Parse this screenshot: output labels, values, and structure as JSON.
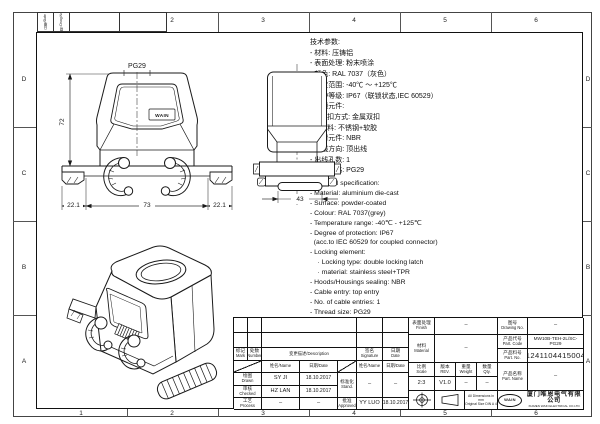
{
  "frame": {
    "zones_h": [
      "1",
      "2",
      "3",
      "4",
      "5",
      "6"
    ],
    "zones_v": [
      "D",
      "C",
      "B",
      "A"
    ],
    "corner_cells": [
      "日期/Date",
      "图号 Drwg.No."
    ]
  },
  "specs_cn": {
    "title": "技术参数:",
    "lines": [
      "- 材料: 压铸铝",
      "- 表面处理: 粉末喷涂",
      "- 颜色: RAL 7037（灰色）",
      "- 温度范围: -40℃ ～ +125℃",
      "- 防护等级: IP67（联锁状态,IEC 60529）",
      "- 联锁元件:",
      "   · 锁扣方式: 金属双扣",
      "   · 材料: 不锈钢+软胶",
      "- 密封元件: NBR",
      "- 出线方向: 顶出线",
      "- 出线孔数: 1",
      "- 螺纹规格: PG29"
    ]
  },
  "specs_en": {
    "title": "Technical specification:",
    "lines": [
      "- Material: aluminium die-cast",
      "- Surface: powder-coated",
      "- Colour: RAL 7037(grey)",
      "- Temperature range: -40℃ - +125℃",
      "- Degree of protection: IP67",
      "  (acc.to IEC 60529 for coupled connector)",
      "- Locking element:",
      "    · Locking type: double locking latch",
      "    · material: stainless steel+TPR",
      "- Hoods/Housings sealing: NBR",
      "- Cable entry: top entry",
      "- No. of cable entries: 1",
      "- Thread size: PG29"
    ]
  },
  "views": {
    "front": {
      "thread_label": "PG29",
      "height_dim": "72",
      "bottom_dims": [
        "22.1",
        "73",
        "22.1"
      ],
      "logo": "WAIN"
    },
    "side": {
      "width_dim": "43"
    },
    "iso": {
      "logo": "WAIN"
    }
  },
  "title_block": {
    "revision_header": {
      "mark": {
        "cn": "标记",
        "en": "Mark"
      },
      "number": {
        "cn": "处数",
        "en": "Number"
      },
      "description": "变更描述/Description",
      "signature": {
        "cn": "签名",
        "en": "Signature"
      },
      "date": {
        "cn": "日期",
        "en": "Date"
      }
    },
    "subheader": {
      "name": "姓名/Name",
      "date": "日期/Date"
    },
    "rows": {
      "drawn": {
        "label": {
          "cn": "绘图",
          "en": "Drawn"
        },
        "name": "SY JI",
        "date": "18.10.2017"
      },
      "checked": {
        "label": {
          "cn": "审核",
          "en": "Checked"
        },
        "name": "HZ LAN",
        "date": "18.10.2017"
      },
      "process": {
        "label": {
          "cn": "工艺",
          "en": "Process"
        },
        "name": "–",
        "date": "–"
      },
      "standard": {
        "label": {
          "cn": "标准化",
          "en": "Stand."
        },
        "name": "–",
        "date": "–"
      },
      "approved": {
        "label": {
          "cn": "批准",
          "en": "Approved"
        },
        "name": "YY LUO",
        "date": "18.10.2017"
      }
    },
    "info": {
      "finish": {
        "cn": "表面处理",
        "en": "Finish",
        "value": "–"
      },
      "material": {
        "cn": "材料",
        "en": "Material",
        "value": "–"
      },
      "drawing_no": {
        "cn": "图号",
        "en": "Drawing No.",
        "value": "–"
      },
      "part_code": {
        "cn": "产品代号",
        "en": "Part. Code",
        "value": "MW10B-TEH-2L/SC-PG29"
      },
      "part_no": {
        "cn": "产品料号",
        "en": "Part. No.",
        "value": "1241104415004"
      },
      "part_name": {
        "cn": "产品名称",
        "en": "Part. Name",
        "value": "–"
      },
      "scale": {
        "cn": "比例",
        "en": "Scale",
        "value": "2:3"
      },
      "rev": {
        "cn": "版本",
        "en": "REV.",
        "value": "V1.0"
      },
      "weight": {
        "cn": "重量",
        "en": "Weight",
        "value": "–"
      },
      "qty": {
        "cn": "数量",
        "en": "Qty.",
        "value": "–"
      },
      "note_line1": "All Dimensions in mm",
      "note_line2": "Original Size DIN A 4",
      "company_logo": "WAIN",
      "company_cn": "厦门唯恩电气有限公司",
      "company_en": "XIAMEN WAIN ELECTRICAL CO.LTD"
    }
  }
}
